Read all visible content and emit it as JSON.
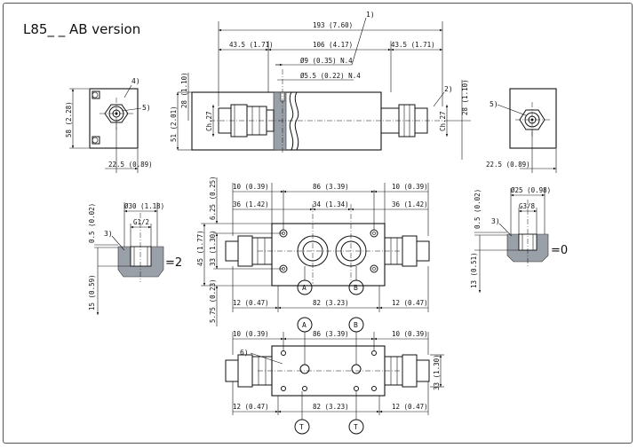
{
  "title": "L85_ _ AB version",
  "top_view": {
    "overall": "193 (7.60)",
    "left_fitting": "43.5 (1.71)",
    "middle": "106 (4.17)",
    "right_fitting": "43.5 (1.71)",
    "hole_d9": "Ø9 (0.35) N.4",
    "hole_d55": "Ø5.5 (0.22) N.4",
    "height_28_left": "28 (1.10)",
    "height_28_right": "28 (1.10)",
    "height_51": "51 (2.01)",
    "ch27_left": "Ch.27",
    "ch27_right": "Ch.27",
    "callout_1": "1)",
    "callout_2": "2)"
  },
  "left_view": {
    "height": "58 (2.28)",
    "width": "22.5 (0.89)",
    "callout_4": "4)",
    "callout_5": "5)"
  },
  "right_view": {
    "width": "22.5 (0.89)",
    "callout_5": "5)"
  },
  "plan_view": {
    "top_left_10": "10 (0.39)",
    "top_86": "86 (3.39)",
    "top_right_10": "10 (0.39)",
    "left_36": "36 (1.42)",
    "mid_34": "34 (1.34)",
    "right_36": "36 (1.42)",
    "top_625": "6.25 (0.25)",
    "h45": "45 (1.77)",
    "h33": "33 (1.30)",
    "bottom_575": "5.75 (0.23)",
    "bot_left_12": "12 (0.47)",
    "bot_82": "82 (3.23)",
    "bot_right_12": "12 (0.47)",
    "port_a": "A",
    "port_b": "B"
  },
  "bottom_view": {
    "top_left_10": "10 (0.39)",
    "top_86": "86 (3.39)",
    "top_right_10": "10 (0.39)",
    "h33": "33 (1.30)",
    "bot_left_12": "12 (0.47)",
    "bot_82": "82 (3.23)",
    "bot_right_12": "12 (0.47)",
    "port_a": "A",
    "port_b": "B",
    "port_t1": "T",
    "port_t2": "T",
    "callout_6": "6)"
  },
  "detail_left": {
    "dia": "Ø30 (1.18)",
    "thread": "G1/2",
    "d05": "0.5 (0.02)",
    "d15": "15 (0.59)",
    "callout_3": "3)",
    "equals": "=2"
  },
  "detail_right": {
    "dia": "Ø25 (0.98)",
    "thread": "G3/8",
    "d05": "0.5 (0.02)",
    "d13": "13 (0.51)",
    "callout_3": "3)",
    "equals": "=0"
  }
}
